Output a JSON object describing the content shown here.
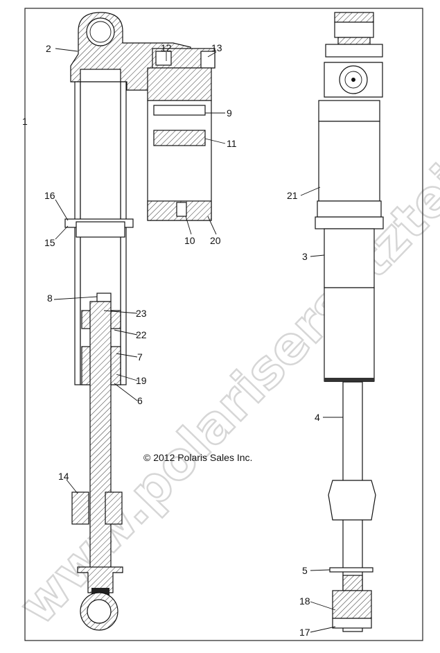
{
  "watermark": "www.polarisersatzteile.de",
  "copyright": "© 2012 Polaris Sales Inc.",
  "callouts": {
    "c1": "1",
    "c2": "2",
    "c3": "3",
    "c4": "4",
    "c5": "5",
    "c6": "6",
    "c7": "7",
    "c8": "8",
    "c9": "9",
    "c10": "10",
    "c11": "11",
    "c12": "12",
    "c13": "13",
    "c14": "14",
    "c15": "15",
    "c16": "16",
    "c17": "17",
    "c18": "18",
    "c19": "19",
    "c20": "20",
    "c21": "21",
    "c22": "22",
    "c23": "23"
  },
  "colors": {
    "line": "#111111",
    "watermark": "#d6d6d6"
  }
}
